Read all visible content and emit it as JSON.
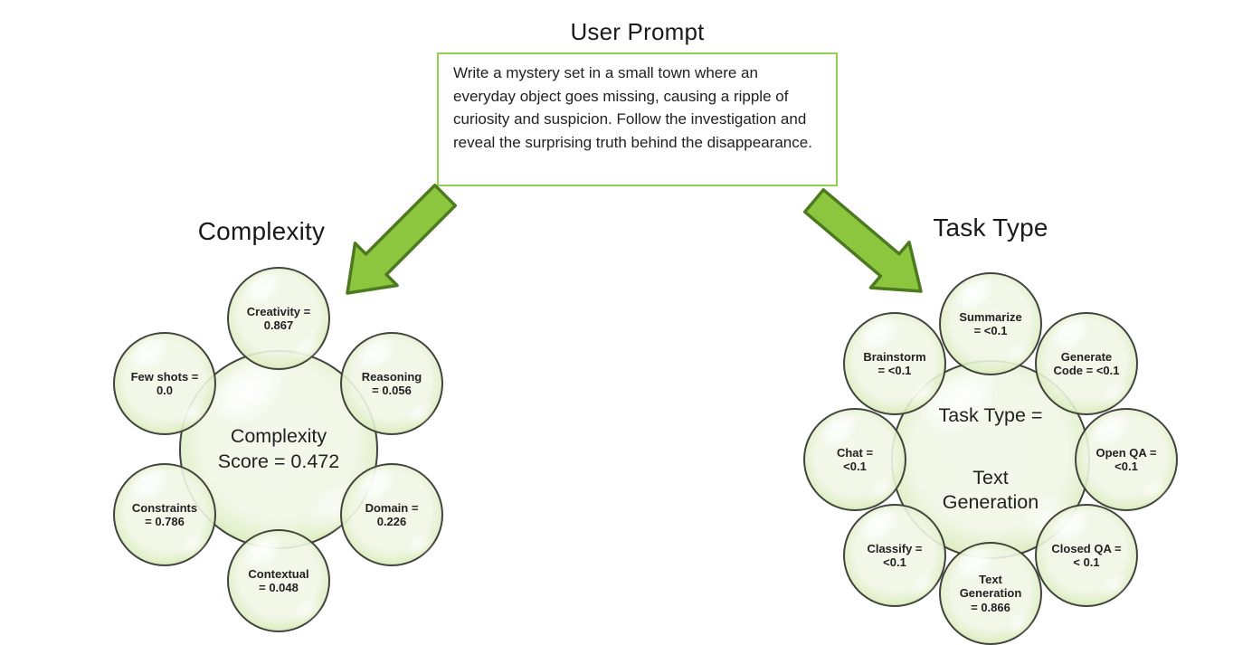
{
  "user_prompt": {
    "title": "User Prompt",
    "text": "Write a mystery set in a small town where an everyday object goes missing, causing a ripple of curiosity and suspicion. Follow the investigation and reveal the surprising truth behind the disappearance."
  },
  "complexity": {
    "title": "Complexity",
    "center": {
      "lines": [
        "Complexity",
        "Score = 0.472"
      ],
      "score": "0.472"
    },
    "bubbles": [
      {
        "id": "creativity",
        "label": "Creativity",
        "value": "0.867",
        "lines": [
          "Creativity =",
          "0.867"
        ]
      },
      {
        "id": "few-shots",
        "label": "Few shots",
        "value": "0.0",
        "lines": [
          "Few shots =",
          "0.0"
        ]
      },
      {
        "id": "reasoning",
        "label": "Reasoning",
        "value": "0.056",
        "lines": [
          "Reasoning",
          "= 0.056"
        ]
      },
      {
        "id": "constraints",
        "label": "Constraints",
        "value": "0.786",
        "lines": [
          "Constraints",
          "= 0.786"
        ]
      },
      {
        "id": "domain",
        "label": "Domain",
        "value": "0.226",
        "lines": [
          "Domain =",
          "0.226"
        ]
      },
      {
        "id": "contextual",
        "label": "Contextual",
        "value": "0.048",
        "lines": [
          "Contextual",
          "= 0.048"
        ]
      }
    ]
  },
  "task_type": {
    "title": "Task Type",
    "center": {
      "heading": "Task Type =",
      "value_lines": [
        "Text",
        "Generation"
      ],
      "result": "Text Generation"
    },
    "bubbles": [
      {
        "id": "summarize",
        "label": "Summarize",
        "value": "<0.1",
        "lines": [
          "Summarize",
          "= <0.1"
        ]
      },
      {
        "id": "brainstorm",
        "label": "Brainstorm",
        "value": "<0.1",
        "lines": [
          "Brainstorm",
          "= <0.1"
        ]
      },
      {
        "id": "generate-code",
        "label": "Generate Code",
        "value": "<0.1",
        "lines": [
          "Generate",
          "Code = <0.1"
        ]
      },
      {
        "id": "chat",
        "label": "Chat",
        "value": "<0.1",
        "lines": [
          "Chat =",
          "<0.1"
        ]
      },
      {
        "id": "open-qa",
        "label": "Open QA",
        "value": "<0.1",
        "lines": [
          "Open QA =",
          "<0.1"
        ]
      },
      {
        "id": "classify",
        "label": "Classify",
        "value": "<0.1",
        "lines": [
          "Classify =",
          "<0.1"
        ]
      },
      {
        "id": "closed-qa",
        "label": "Closed QA",
        "value": "< 0.1",
        "lines": [
          "Closed QA =",
          "< 0.1"
        ]
      },
      {
        "id": "text-generation",
        "label": "Text Generation",
        "value": "0.866",
        "lines": [
          "Text",
          "Generation",
          "= 0.866"
        ]
      }
    ]
  },
  "colors": {
    "bubble_rim_green": "#a6cd6b",
    "bubble_fill_light": "#f1f6e7",
    "arrow_green": "#8cc63f",
    "arrow_outline": "#4d7a1f",
    "prompt_box_border": "#92d050",
    "text": "#212121"
  }
}
